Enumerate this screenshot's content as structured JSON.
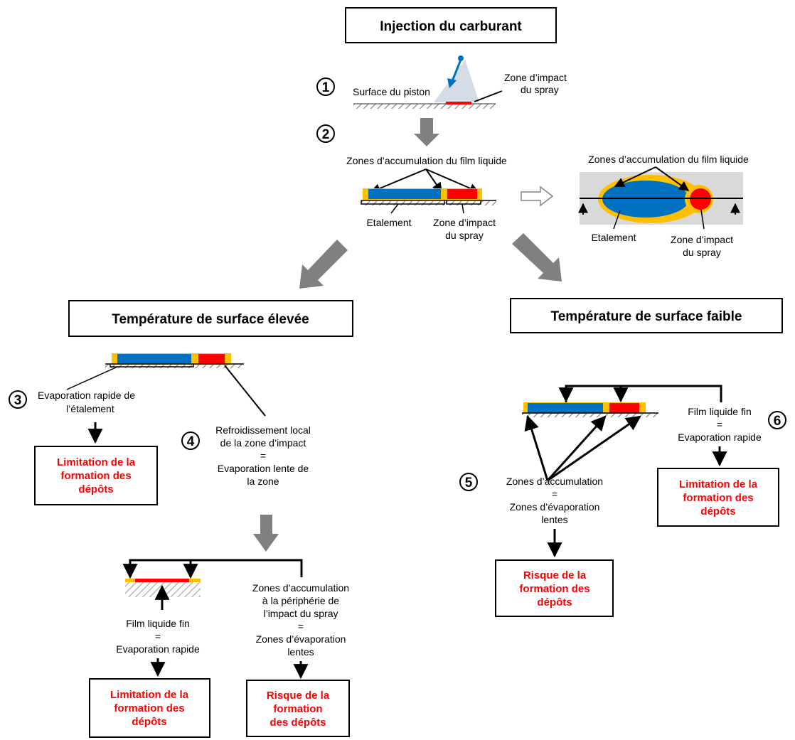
{
  "titles": {
    "injection": "Injection du carburant",
    "temp_high": "Température de surface élevée",
    "temp_low": "Température de surface faible"
  },
  "steps": [
    "1",
    "2",
    "3",
    "4",
    "5",
    "6"
  ],
  "step1": {
    "piston_surface": "Surface du piston",
    "impact_zone": [
      "Zone d’impact",
      "du spray"
    ]
  },
  "step2": {
    "accumulation_label": "Zones  d’accumulation du film liquide",
    "spreading": "Etalement",
    "impact_zone": [
      "Zone d’impact",
      "du spray"
    ]
  },
  "topview": {
    "accumulation_label": "Zones  d’accumulation du film liquide",
    "spreading": "Etalement",
    "impact_zone": [
      "Zone d’impact",
      "du spray"
    ]
  },
  "high_temp": {
    "step3_text": [
      "Evaporation rapide de",
      "l’étalement"
    ],
    "step4_text": [
      "Refroidissement local",
      "de la zone d’impact",
      "=",
      "Evaporation lente de",
      "la zone"
    ],
    "film_text": [
      "Film liquide fin",
      "=",
      "Evaporation rapide"
    ],
    "accum_text": [
      "Zones d’accumulation",
      "à la périphérie de",
      "l’impact du spray",
      "=",
      "Zones d’évaporation",
      "lentes"
    ],
    "result_limit_a": [
      "Limitation de la",
      "formation des",
      "dépôts"
    ],
    "result_limit_b": [
      "Limitation de la",
      "formation des",
      "dépôts"
    ],
    "result_risk": [
      "Risque de la",
      "formation",
      "des dépôts"
    ]
  },
  "low_temp": {
    "film_text": [
      "Film liquide fin",
      "=",
      "Evaporation rapide"
    ],
    "accum_text": [
      "Zones d’accumulation",
      "=",
      "Zones d’évaporation",
      "lentes"
    ],
    "result_limit": [
      "Limitation de la",
      "formation des",
      "dépôts"
    ],
    "result_risk": [
      "Risque de la",
      "formation des",
      "dépôts"
    ]
  },
  "colors": {
    "film_blue": "#0070c0",
    "impact_red": "#ff0000",
    "periphery_yellow": "#ffc000",
    "arrow_gray": "#808080",
    "result_red": "#ff0000"
  }
}
